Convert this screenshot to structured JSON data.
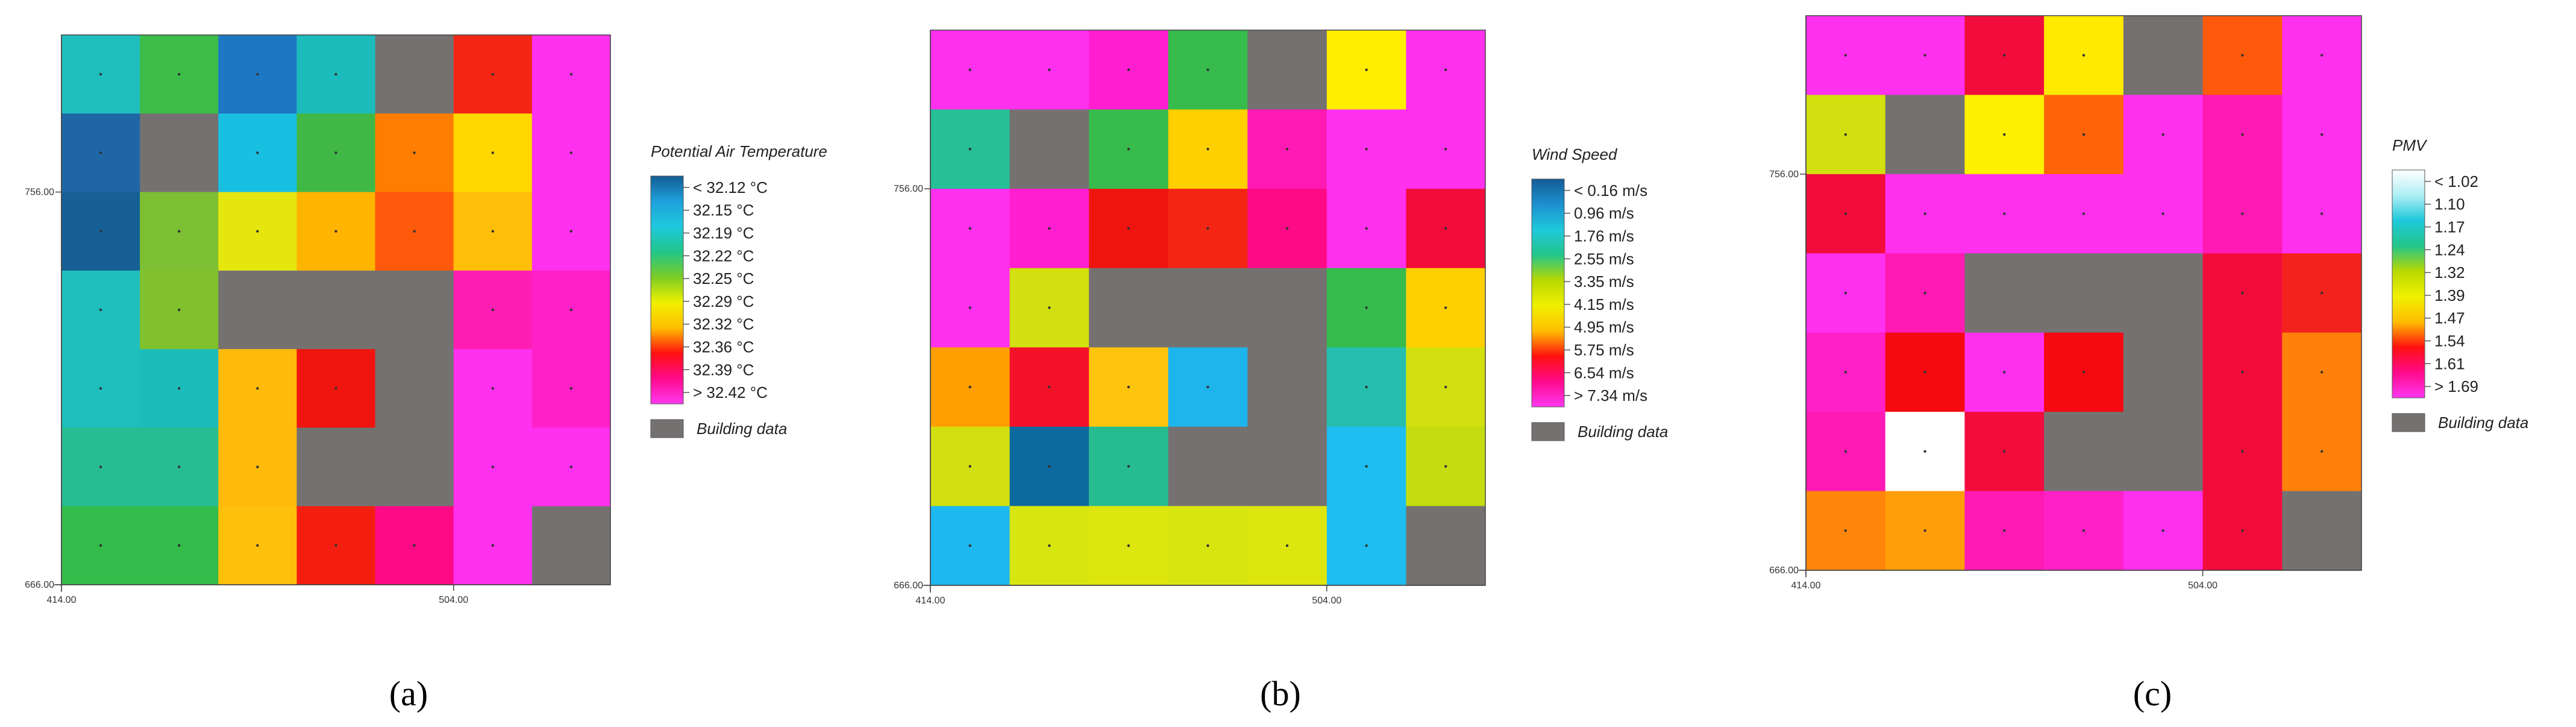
{
  "colors": {
    "building": "#757171",
    "frame": "#444444",
    "center_dot": "#333333"
  },
  "chart_data": [
    {
      "type": "heatmap",
      "panel_label": "(a)",
      "legend_title": "Potential Air Temperature",
      "legend_entries": [
        "< 32.12 °C",
        "32.15  °C",
        "32.19  °C",
        "32.22  °C",
        "32.25  °C",
        "32.29  °C",
        "32.32  °C",
        "32.36  °C",
        "32.39  °C",
        "> 32.42 °C"
      ],
      "legend_colors": [
        "#135c94",
        "#1ea1dc",
        "#1ec8dc",
        "#22c68a",
        "#7ccc25",
        "#f0f000",
        "#ffbe00",
        "#ff1010",
        "#ff0a8c",
        "#ff38f0"
      ],
      "building_label": "Building data",
      "x_ticks": [
        "414.00",
        "504.00"
      ],
      "y_ticks": [
        "756.00",
        "666.00"
      ],
      "grid": [
        [
          "#1fbfbd",
          "#3cbd4a",
          "#1e77c3",
          "#1dbcbc",
          "B",
          "#f42613",
          "#ff30ee"
        ],
        [
          "#1f66a6",
          "B",
          "#19bfe0",
          "#41b846",
          "#ff7d00",
          "#ffd800",
          "#ff30ee"
        ],
        [
          "#176096",
          "#7cbf32",
          "#e6e60f",
          "#ffb400",
          "#ff5a0c",
          "#ffbe0a",
          "#ff30ee"
        ],
        [
          "#1fbfbd",
          "#80c12d",
          "B",
          "B",
          "B",
          "#ff1eb4",
          "#ff20c8"
        ],
        [
          "#1fbfbd",
          "#1dbcbc",
          "#ffba0c",
          "#f0140f",
          "B",
          "#ff30ee",
          "#ff20c8"
        ],
        [
          "#28bc93",
          "#28bc93",
          "#ffba0c",
          "B",
          "B",
          "#ff30ee",
          "#ff30ee"
        ],
        [
          "#33bc4a",
          "#33bc4a",
          "#ffc00c",
          "#f41e10",
          "#ff0a86",
          "#ff30ee",
          "B"
        ]
      ]
    },
    {
      "type": "heatmap",
      "panel_label": "(b)",
      "legend_title": "Wind Speed",
      "legend_entries": [
        "< 0.16 m/s",
        "0.96  m/s",
        "1.76  m/s",
        "2.55  m/s",
        "3.35  m/s",
        "4.15  m/s",
        "4.95  m/s",
        "5.75  m/s",
        "6.54  m/s",
        "> 7.34 m/s"
      ],
      "legend_colors": [
        "#135c94",
        "#1e8fd0",
        "#1ec8dc",
        "#22c68a",
        "#b8d800",
        "#f0f000",
        "#ffbe00",
        "#ff1010",
        "#ff0a8c",
        "#ff38f0"
      ],
      "building_label": "Building data",
      "x_ticks": [
        "414.00",
        "504.00"
      ],
      "y_ticks": [
        "756.00",
        "666.00"
      ],
      "grid": [
        [
          "#ff30ee",
          "#ff30ee",
          "#ff1ed0",
          "#36bb4c",
          "B",
          "#ffee00",
          "#ff30ee"
        ],
        [
          "#26bf96",
          "B",
          "#36bb4c",
          "#ffcf00",
          "#ff1ab4",
          "#ff30ee",
          "#ff30ee"
        ],
        [
          "#ff30ee",
          "#ff1ed0",
          "#f0140f",
          "#f42613",
          "#ff0a86",
          "#ff30ee",
          "#f20c3c"
        ],
        [
          "#ff30ee",
          "#d2e00f",
          "B",
          "B",
          "B",
          "#36bb4c",
          "#ffd000"
        ],
        [
          "#ff9f00",
          "#f41228",
          "#ffc40c",
          "#1eb4ec",
          "B",
          "#26bfae",
          "#d2e00f"
        ],
        [
          "#d2e00f",
          "#0e6a9e",
          "#26bc90",
          "B",
          "B",
          "#1ebef0",
          "#c4dc10"
        ],
        [
          "#1eb8f0",
          "#d8e60f",
          "#dee60f",
          "#d8e60f",
          "#dee60f",
          "#1ebef0",
          "B"
        ]
      ]
    },
    {
      "type": "heatmap",
      "panel_label": "(c)",
      "legend_title": "PMV",
      "legend_entries": [
        "< 1.02",
        "1.10",
        "1.17",
        "1.24",
        "1.32",
        "1.39",
        "1.47",
        "1.54",
        "1.61",
        "> 1.69"
      ],
      "legend_colors": [
        "#ffffff",
        "#aeeef4",
        "#1ec8dc",
        "#22c68a",
        "#b8d800",
        "#f0f000",
        "#ffbe00",
        "#ff1010",
        "#ff0a8c",
        "#ff38f0"
      ],
      "building_label": "Building data",
      "x_ticks": [
        "414.00",
        "504.00"
      ],
      "y_ticks": [
        "756.00",
        "666.00"
      ],
      "grid": [
        [
          "#ff30ee",
          "#ff30ee",
          "#f20c3c",
          "#ffea00",
          "B",
          "#ff5a0c",
          "#ff30ee"
        ],
        [
          "#d2e00f",
          "B",
          "#fff000",
          "#ff640a",
          "#ff30ee",
          "#ff1ab4",
          "#ff30ee"
        ],
        [
          "#f20c3c",
          "#ff30ee",
          "#ff30ee",
          "#ff30ee",
          "#ff30ee",
          "#ff1ab4",
          "#ff30ee"
        ],
        [
          "#ff30ee",
          "#ff1ab4",
          "B",
          "B",
          "B",
          "#f20c3c",
          "#f4221c"
        ],
        [
          "#ff20c8",
          "#f40a10",
          "#ff30ee",
          "#f40a10",
          "B",
          "#f20c3c",
          "#ff800a"
        ],
        [
          "#ff1ab4",
          "#ffffff",
          "#f20c3c",
          "B",
          "B",
          "#f20c3c",
          "#ff800a"
        ],
        [
          "#ff860a",
          "#ff9e0a",
          "#ff1ab4",
          "#ff20c8",
          "#ff30ee",
          "#f20c3c",
          "B"
        ]
      ]
    }
  ]
}
